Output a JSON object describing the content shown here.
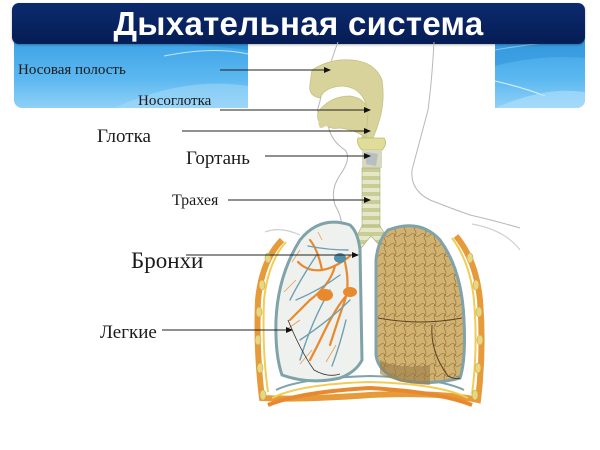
{
  "slide": {
    "title": "Дыхательная система",
    "colors": {
      "title_bar": "#061d55",
      "title_text": "#ffffff",
      "accent_blue": "#5cb8f0",
      "organ_yellow": "#d8d39a",
      "lung_tan": "#c9a866",
      "bronchi_orange": "#e8892e",
      "vessel_blue": "#6f9fb0"
    }
  },
  "labels": [
    {
      "id": "nasal-cavity",
      "text": "Носовая полость"
    },
    {
      "id": "nasopharynx",
      "text": "Носоглотка"
    },
    {
      "id": "pharynx",
      "text": "Глотка"
    },
    {
      "id": "larynx",
      "text": "Гортань"
    },
    {
      "id": "trachea",
      "text": "Трахея"
    },
    {
      "id": "bronchi",
      "text": "Бронхи"
    },
    {
      "id": "lungs",
      "text": "Легкие"
    }
  ]
}
